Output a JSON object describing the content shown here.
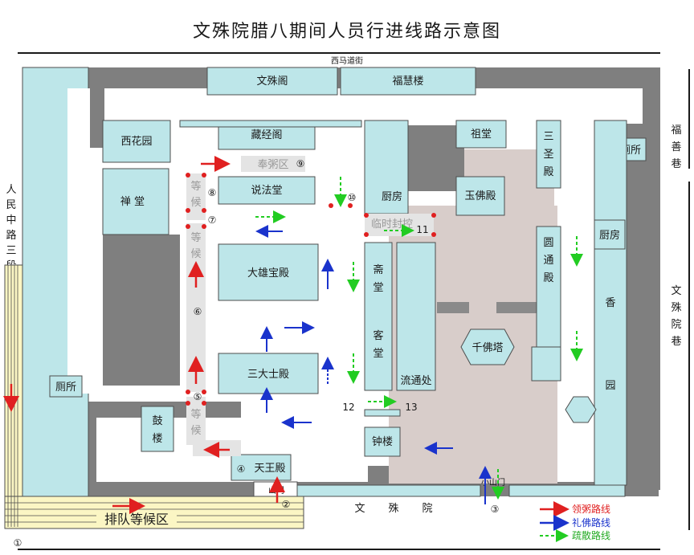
{
  "title": "文殊院腊八期间人员行进线路示意图",
  "streets": {
    "north": "西马道街",
    "west": [
      "人",
      "民",
      "中",
      "路",
      "三",
      "段"
    ],
    "east_upper": [
      "福",
      "善",
      "巷"
    ],
    "east_lower": [
      "文",
      "殊",
      "院",
      "巷"
    ],
    "south": [
      "文",
      "殊",
      "院"
    ]
  },
  "buildings": {
    "wenshuge": "文殊阁",
    "fuhuilou": "福慧楼",
    "xihuayuan": "西花园",
    "cangjingge": "藏经阁",
    "zutang": "祖堂",
    "sanshengdian": [
      "三",
      "圣",
      "殿"
    ],
    "cesuo_ne": "厕所",
    "chantang": "禅 堂",
    "shuofatang": "说法堂",
    "chufang_center": "厨房",
    "yufodian": "玉佛殿",
    "chufang_east": "厨房",
    "daxiongbaodian": "大雄宝殿",
    "zhaitang": [
      "斋",
      "堂"
    ],
    "ketang": [
      "客",
      "堂"
    ],
    "yuantongdian": [
      "圆",
      "通",
      "殿"
    ],
    "xiangyuan_top": "香",
    "xiangyuan_bottom": "园",
    "qianfota": "千佛塔",
    "sandashidian": "三大士殿",
    "liutongchu": "流通处",
    "cesuo_w": "厕所",
    "gulou": [
      "鼓",
      "楼"
    ],
    "zhonglou": "钟楼",
    "tianwangdian": "天王殿",
    "shanmen": "山门",
    "xiaoshanmen": "小山门"
  },
  "zones": {
    "fengzhou": "奉粥区",
    "linshi": "临时封控",
    "dengh1": [
      "等",
      "候"
    ],
    "dengh2": [
      "等",
      "候"
    ],
    "dengh3": [
      "等",
      "候"
    ],
    "paidui": "排队等候区"
  },
  "markers": {
    "m1": "①",
    "m2": "②",
    "m3": "③",
    "m4": "④",
    "m5": "⑤",
    "m6": "⑥",
    "m7": "⑦",
    "m8": "⑧",
    "m9": "⑨",
    "m10": "⑩",
    "m11": "11",
    "m12": "12",
    "m13": "13"
  },
  "legend": {
    "lingzhou": "领粥路线",
    "lifo": "礼佛路线",
    "shusan": "疏散路线"
  },
  "colors": {
    "building": "#bde6e9",
    "wall": "#7f7f7f",
    "red_route": "#e02020",
    "blue_route": "#1a33cc",
    "green_route": "#22cc22",
    "queue_zone": "#fbf6c4"
  }
}
